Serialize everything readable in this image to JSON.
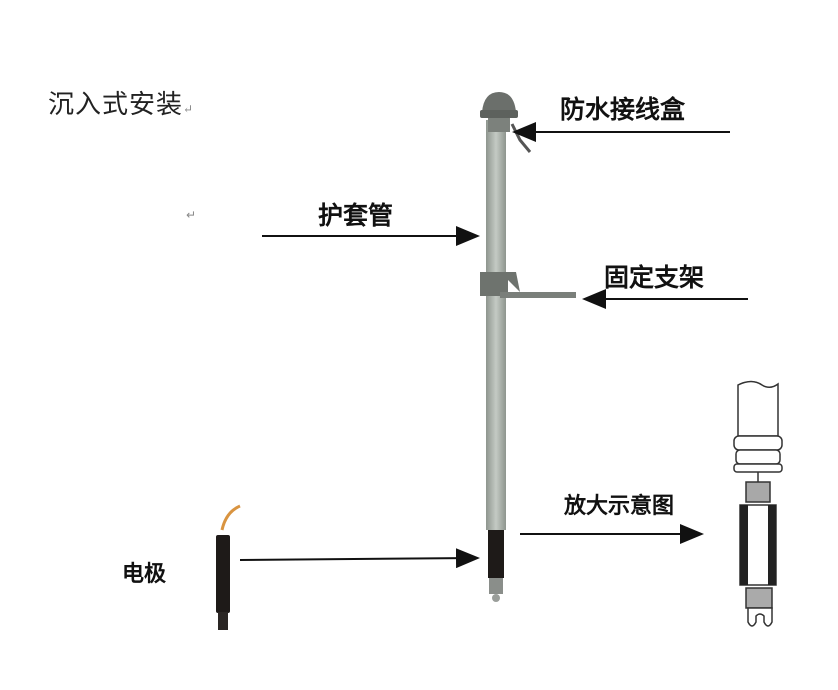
{
  "title": "沉入式安装",
  "return_mark": "↵",
  "labels": {
    "junction_box": "防水接线盒",
    "sleeve": "护套管",
    "bracket": "固定支架",
    "electrode": "电极",
    "magnified": "放大示意图"
  },
  "colors": {
    "pipe": "#a9b0a9",
    "cap": "#6b6f6b",
    "electrode": "#1e1a18",
    "cable": "#d99440",
    "arrow": "#111111"
  }
}
